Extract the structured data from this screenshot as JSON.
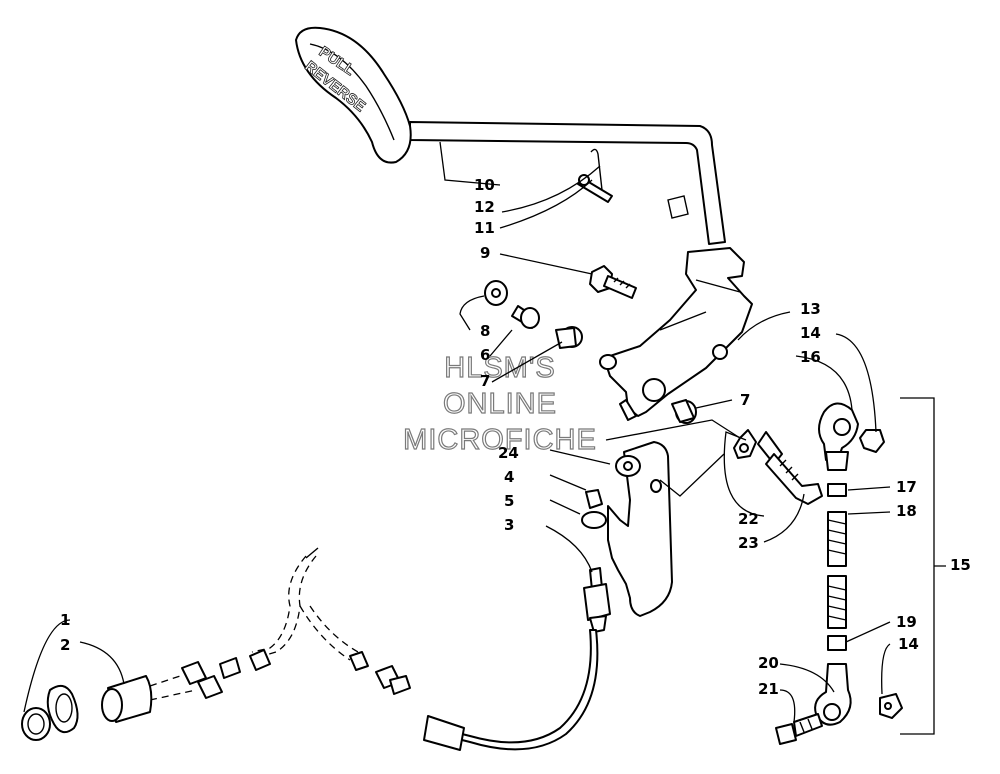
{
  "watermark": {
    "line1": "HLSM'S",
    "line2": "ONLINE",
    "line3": "MICROFICHE"
  },
  "handle_text": {
    "top": "PULL",
    "main": "REVERSE"
  },
  "callouts": [
    {
      "id": "c1",
      "number": "1"
    },
    {
      "id": "c2",
      "number": "2"
    },
    {
      "id": "c3",
      "number": "3"
    },
    {
      "id": "c4",
      "number": "4"
    },
    {
      "id": "c5",
      "number": "5"
    },
    {
      "id": "c6",
      "number": "6"
    },
    {
      "id": "c7a",
      "number": "7"
    },
    {
      "id": "c7b",
      "number": "7"
    },
    {
      "id": "c8",
      "number": "8"
    },
    {
      "id": "c9",
      "number": "9"
    },
    {
      "id": "c10",
      "number": "10"
    },
    {
      "id": "c11",
      "number": "11"
    },
    {
      "id": "c12",
      "number": "12"
    },
    {
      "id": "c13",
      "number": "13"
    },
    {
      "id": "c14a",
      "number": "14"
    },
    {
      "id": "c14b",
      "number": "14"
    },
    {
      "id": "c15",
      "number": "15"
    },
    {
      "id": "c16",
      "number": "16"
    },
    {
      "id": "c17",
      "number": "17"
    },
    {
      "id": "c18",
      "number": "18"
    },
    {
      "id": "c19",
      "number": "19"
    },
    {
      "id": "c20",
      "number": "20"
    },
    {
      "id": "c21",
      "number": "21"
    },
    {
      "id": "c22",
      "number": "22"
    },
    {
      "id": "c23",
      "number": "23"
    },
    {
      "id": "c24",
      "number": "24"
    }
  ]
}
